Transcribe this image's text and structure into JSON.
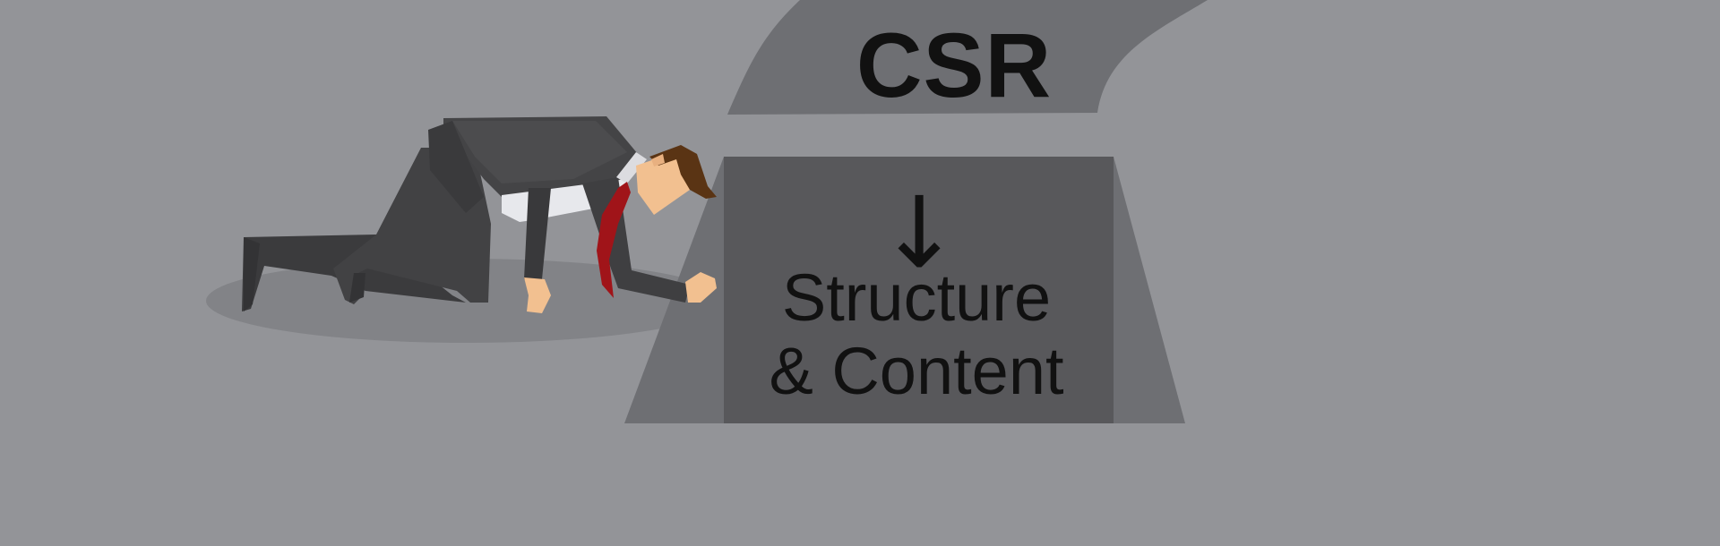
{
  "header": {
    "title": "CSR"
  },
  "box": {
    "arrow": "↓",
    "line1": "Structure",
    "line2": "& Content"
  },
  "colors": {
    "background": "#939498",
    "panel": "#6e6f73",
    "box": "#58585b",
    "text": "#111111",
    "tie": "#a01419",
    "skin": "#f2c090",
    "hair": "#5a3414",
    "suit": "#3e3e40"
  },
  "icons": {
    "figure": "crawling-businessman-illustration",
    "arrow": "down-arrow-icon"
  }
}
